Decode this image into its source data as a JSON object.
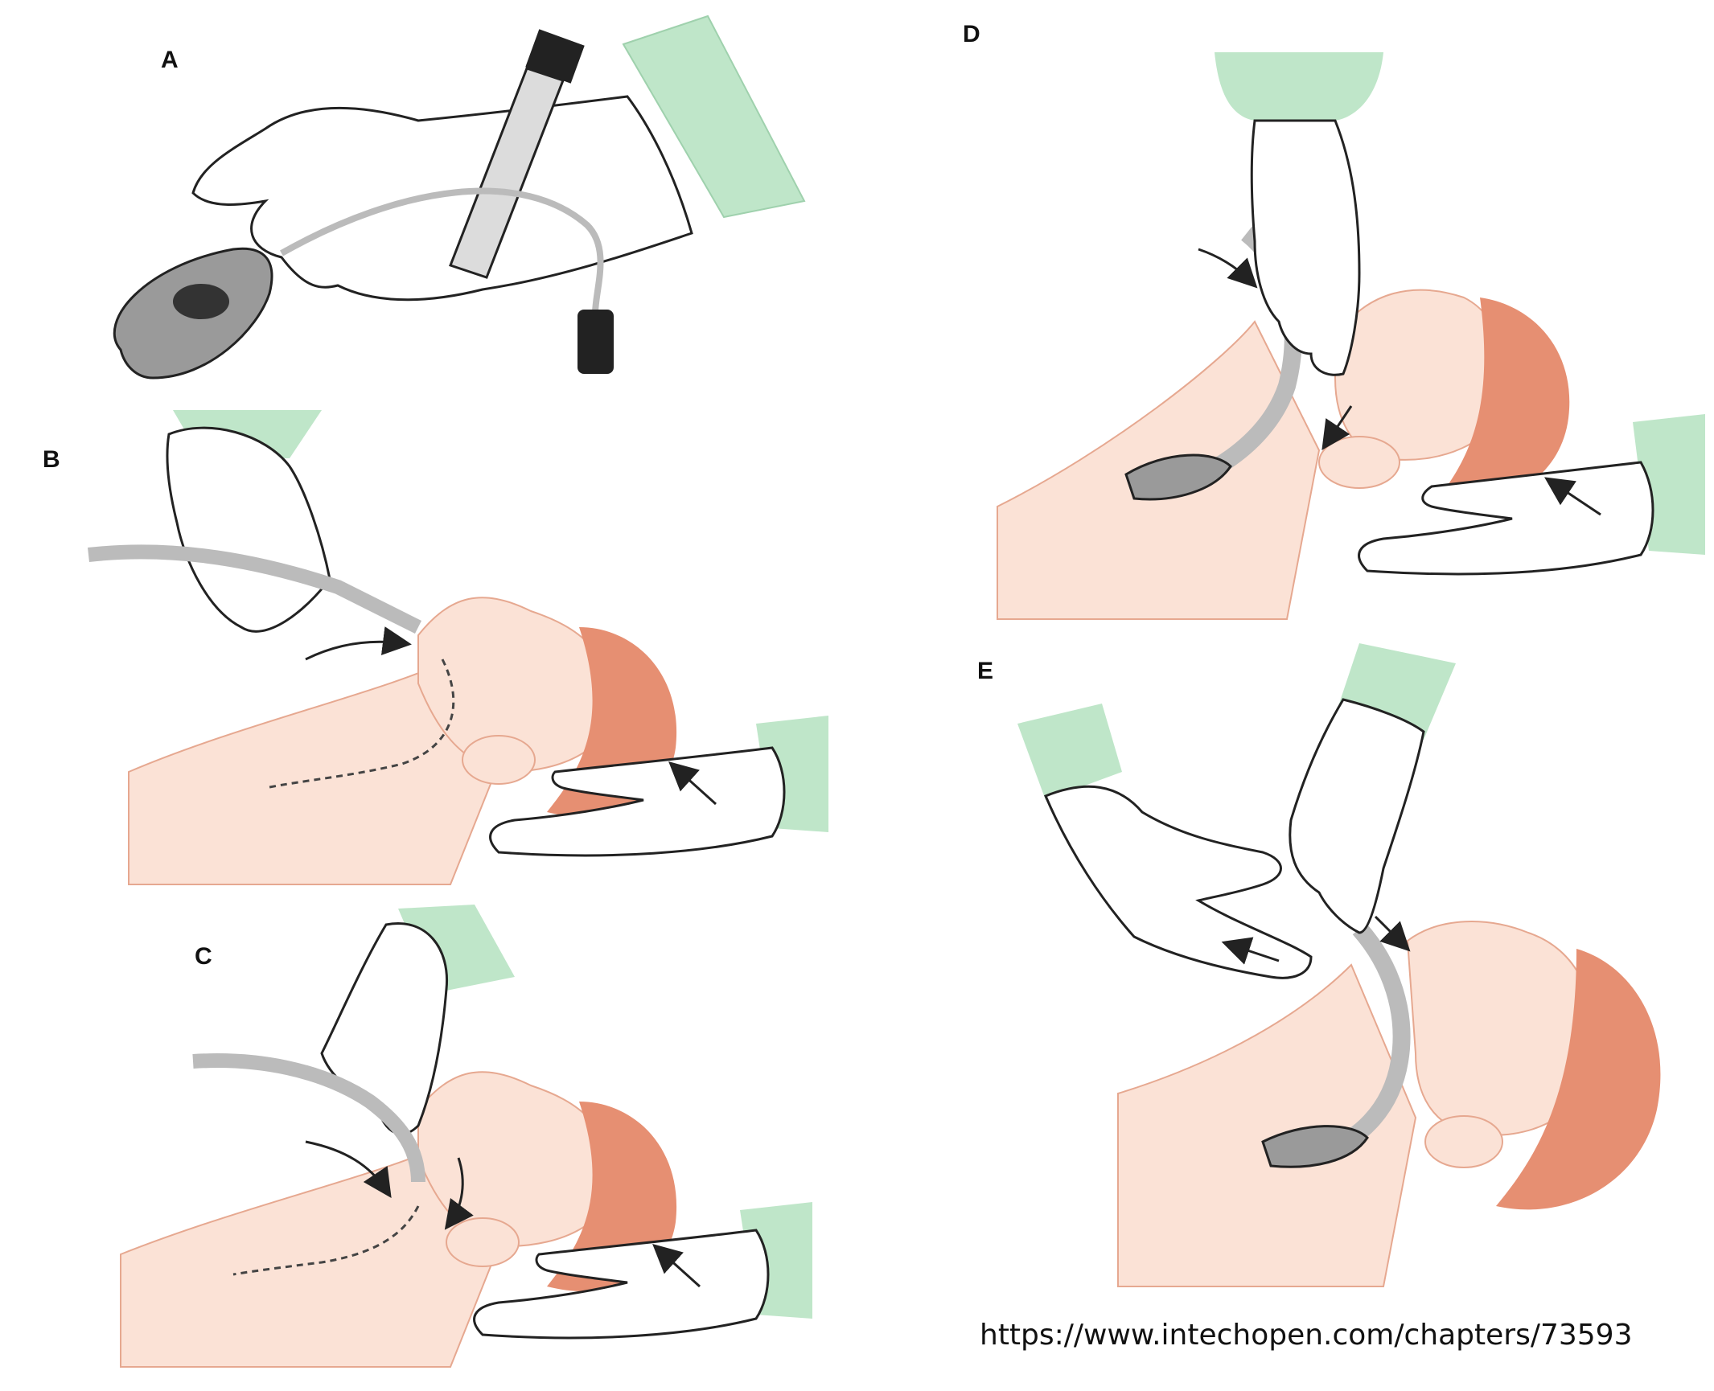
{
  "panels": [
    {
      "label": "A"
    },
    {
      "label": "B"
    },
    {
      "label": "C"
    },
    {
      "label": "D"
    },
    {
      "label": "E"
    }
  ],
  "source_url": "https://www.intechopen.com/chapters/73593",
  "colors": {
    "skin": "#fbe2d6",
    "skin_line": "#e6a890",
    "hair": "#e68f72",
    "glove": "#ffffff",
    "cuff": "#bfe6c9",
    "tube": "#dcdcdc",
    "mask": "#9a9a9a",
    "connector": "#222222",
    "outline": "#222222"
  }
}
